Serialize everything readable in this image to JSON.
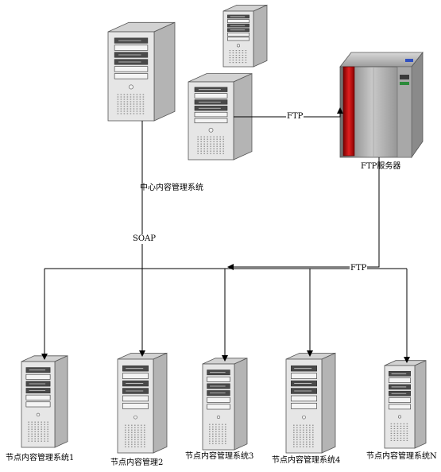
{
  "labels": {
    "central_system": "中心内容管理系统",
    "soap": "SOAP",
    "ftp_top": "FTP",
    "ftp_mid": "FTP",
    "ftp_server": "FTP服务器"
  },
  "nodes": [
    {
      "label": "节点内容管理系统1"
    },
    {
      "label": "节点内容管理2"
    },
    {
      "label": "节点内容管理系统3"
    },
    {
      "label": "节点内容管理系统4"
    },
    {
      "label": "节点内容管理系统N"
    }
  ],
  "colors": {
    "server_body": "#e6e6e6",
    "server_side": "#b4b4b4",
    "server_dark": "#4a4a4a",
    "rack_red": "#cc1a1a",
    "rack_gray": "#9a9a9a",
    "line": "#000000"
  }
}
